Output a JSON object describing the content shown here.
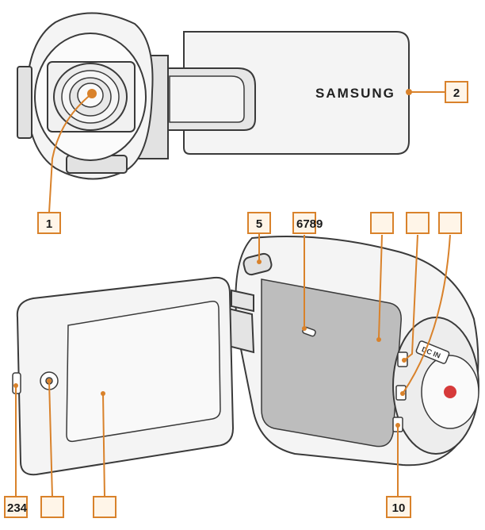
{
  "brand": "SAMSUNG",
  "button_text": "DC IN",
  "colors": {
    "leader": "#d9822b",
    "outline": "#3a3a3a",
    "body_fill": "#f4f4f4",
    "screen_fill": "#f7f7f7",
    "side_fill": "#bdbdbd",
    "record": "#d63a3a",
    "label_box_fill": "#fff5e8"
  },
  "callouts": [
    {
      "id": "1",
      "label": "1"
    },
    {
      "id": "2",
      "label": "2"
    },
    {
      "id": "5",
      "label": "5"
    },
    {
      "id": "6",
      "label": "6789"
    },
    {
      "id": "7",
      "label": ""
    },
    {
      "id": "8",
      "label": ""
    },
    {
      "id": "9",
      "label": ""
    },
    {
      "id": "10",
      "label": "10"
    },
    {
      "id": "11",
      "label": "234"
    },
    {
      "id": "12",
      "label": ""
    },
    {
      "id": "13",
      "label": ""
    }
  ]
}
